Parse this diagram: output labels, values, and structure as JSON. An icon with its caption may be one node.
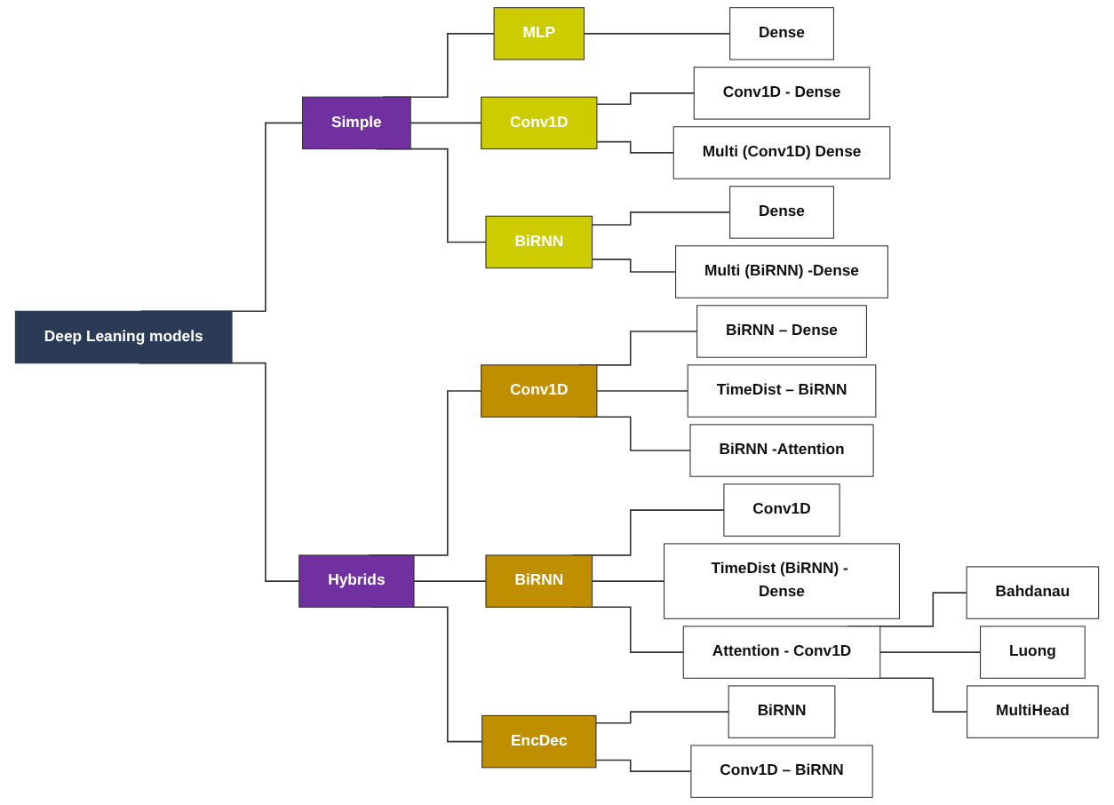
{
  "diagram": {
    "nodes": [
      {
        "text": [
          "Deep Leaning models"
        ]
      },
      {
        "text": [
          "Simple"
        ]
      },
      {
        "text": [
          "Hybrids"
        ]
      },
      {
        "text": [
          "MLP"
        ]
      },
      {
        "text": [
          "Conv1D"
        ]
      },
      {
        "text": [
          "BiRNN"
        ]
      },
      {
        "text": [
          "Dense"
        ]
      },
      {
        "text": [
          "Conv1D - Dense"
        ]
      },
      {
        "text": [
          "Multi (Conv1D) Dense"
        ]
      },
      {
        "text": [
          "Dense"
        ]
      },
      {
        "text": [
          "Multi (BiRNN) -Dense"
        ]
      },
      {
        "text": [
          "Conv1D"
        ]
      },
      {
        "text": [
          "BiRNN"
        ]
      },
      {
        "text": [
          "EncDec"
        ]
      },
      {
        "text": [
          "BiRNN – Dense"
        ]
      },
      {
        "text": [
          "TimeDist – BiRNN"
        ]
      },
      {
        "text": [
          "BiRNN -Attention"
        ]
      },
      {
        "text": [
          "Conv1D"
        ]
      },
      {
        "text": [
          "TimeDist (BiRNN) - Dense"
        ]
      },
      {
        "text": [
          "Attention - Conv1D"
        ]
      },
      {
        "text": [
          "Bahdanau"
        ]
      },
      {
        "text": [
          "Luong"
        ]
      },
      {
        "text": [
          "MultiHead"
        ]
      },
      {
        "text": [
          "BiRNN"
        ]
      },
      {
        "text": [
          "Conv1D – BiRNN"
        ]
      }
    ],
    "edges": [
      {
        "from": 0,
        "to": 1,
        "arrow": "none"
      },
      {
        "from": 0,
        "to": 2,
        "arrow": "none"
      },
      {
        "from": 1,
        "to": 3,
        "arrow": "none"
      },
      {
        "from": 1,
        "to": 4,
        "arrow": "none"
      },
      {
        "from": 1,
        "to": 5,
        "arrow": "none"
      },
      {
        "from": 3,
        "to": 6,
        "arrow": "none"
      },
      {
        "from": 4,
        "to": 7,
        "arrow": "none"
      },
      {
        "from": 4,
        "to": 8,
        "arrow": "none"
      },
      {
        "from": 5,
        "to": 9,
        "arrow": "none"
      },
      {
        "from": 5,
        "to": 10,
        "arrow": "none"
      },
      {
        "from": 2,
        "to": 11,
        "arrow": "none"
      },
      {
        "from": 2,
        "to": 12,
        "arrow": "none"
      },
      {
        "from": 2,
        "to": 13,
        "arrow": "none"
      },
      {
        "from": 11,
        "to": 14,
        "arrow": "none"
      },
      {
        "from": 11,
        "to": 15,
        "arrow": "none"
      },
      {
        "from": 11,
        "to": 16,
        "arrow": "none"
      },
      {
        "from": 12,
        "to": 17,
        "arrow": "none"
      },
      {
        "from": 12,
        "to": 18,
        "arrow": "none"
      },
      {
        "from": 12,
        "to": 19,
        "arrow": "none"
      },
      {
        "from": 19,
        "to": 20,
        "arrow": "none"
      },
      {
        "from": 19,
        "to": 21,
        "arrow": "none"
      },
      {
        "from": 19,
        "to": 22,
        "arrow": "none"
      },
      {
        "from": 13,
        "to": 23,
        "arrow": "none"
      },
      {
        "from": 13,
        "to": 24,
        "arrow": "none"
      }
    ]
  }
}
